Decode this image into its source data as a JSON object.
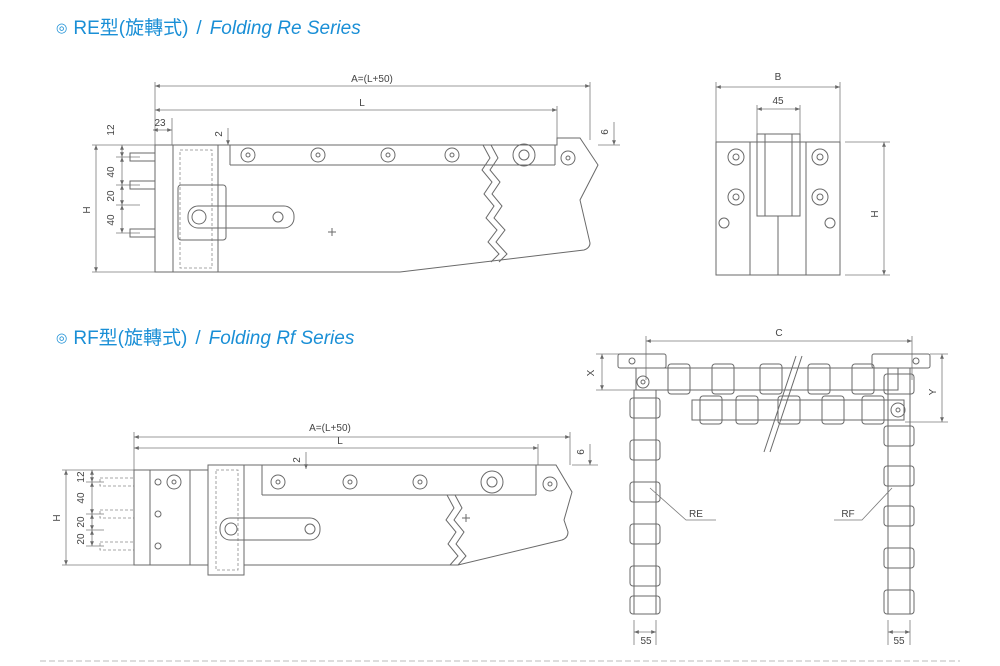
{
  "re_heading": {
    "mark": "◎",
    "cn": "RE型(旋轉式)",
    "sep": "/",
    "en": "Folding Re Series"
  },
  "rf_heading": {
    "mark": "◎",
    "cn": "RF型(旋轉式)",
    "sep": "/",
    "en": "Folding Rf Series"
  },
  "re_side": {
    "a": "A=(L+50)",
    "l": "L",
    "d12": "12",
    "d23": "23",
    "d2": "2",
    "d6": "6",
    "d40a": "40",
    "d20": "20",
    "d40b": "40",
    "h": "H"
  },
  "re_end": {
    "b": "B",
    "d45": "45",
    "h": "H"
  },
  "rf_side": {
    "a": "A=(L+50)",
    "l": "L",
    "d12": "12",
    "d40": "40",
    "d20a": "20",
    "d20b": "20",
    "d2": "2",
    "d6": "6",
    "h": "H"
  },
  "rf_top": {
    "c": "C",
    "x": "X",
    "y": "Y",
    "re": "RE",
    "rf": "RF",
    "d55a": "55",
    "d55b": "55"
  }
}
